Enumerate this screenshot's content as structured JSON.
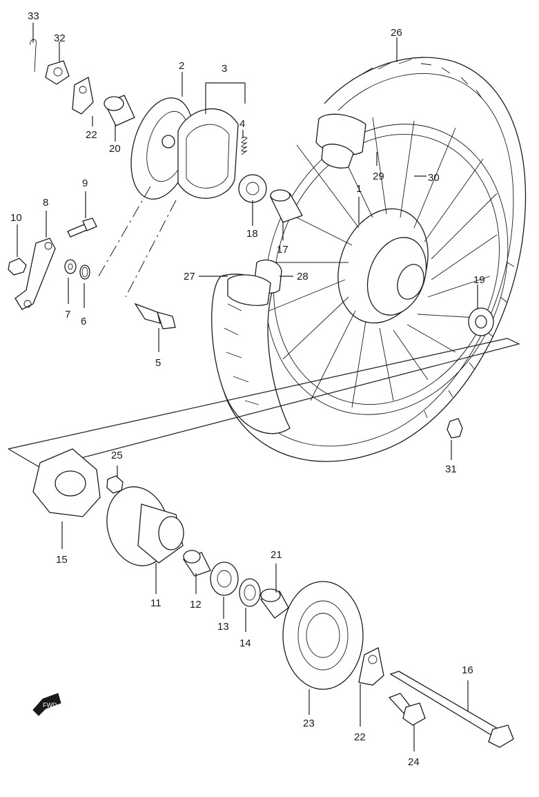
{
  "diagram": {
    "labels": {
      "p1": "1",
      "p2": "2",
      "p3": "3",
      "p4": "4",
      "p5": "5",
      "p6": "6",
      "p7": "7",
      "p8": "8",
      "p9": "9",
      "p10": "10",
      "p11": "11",
      "p12": "12",
      "p13": "13",
      "p14": "14",
      "p15": "15",
      "p16": "16",
      "p17": "17",
      "p18": "18",
      "p19": "19",
      "p20": "20",
      "p21": "21",
      "p22a": "22",
      "p22b": "22",
      "p23": "23",
      "p24": "24",
      "p25": "25",
      "p26": "26",
      "p27": "27",
      "p28": "28",
      "p29": "29",
      "p30": "30",
      "p31": "31",
      "p32": "32",
      "p33": "33"
    },
    "fwd_badge": "FWD"
  }
}
